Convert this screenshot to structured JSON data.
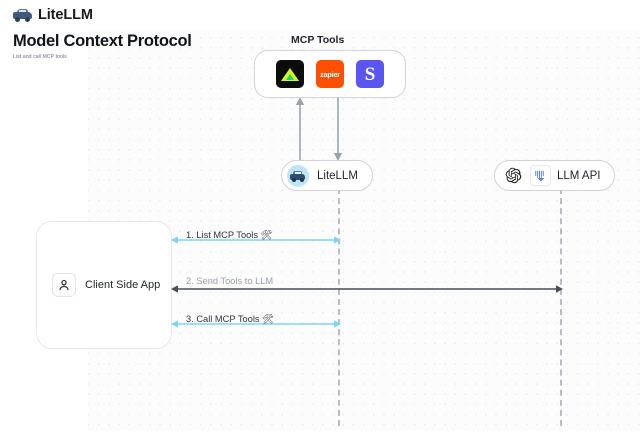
{
  "header": {
    "brand": "LiteLLM",
    "brand_logo_icon": "litellm-car-logo",
    "title": "Model Context Protocol",
    "subtitle": "List and call MCP tools"
  },
  "diagram": {
    "type": "sequence-diagram",
    "mcp_group": {
      "label": "MCP Tools",
      "tools": [
        {
          "name": "dark-triangle-tool",
          "label": "",
          "icon": "triangle-icon",
          "bg": "#0c0c0c",
          "fg": "#d4f82a"
        },
        {
          "name": "zapier-tool",
          "label": "zapier",
          "icon": "zapier-icon",
          "bg": "#ff4f00",
          "fg": "#ffffff"
        },
        {
          "name": "slack-tool",
          "label": "S",
          "icon": "slack-icon",
          "bg": "#5b55f0",
          "fg": "#ffffff"
        }
      ]
    },
    "nodes": [
      {
        "id": "client",
        "label": "Client Side App",
        "icon": "user-icon"
      },
      {
        "id": "litellm",
        "label": "LiteLLM",
        "icon": "litellm-avatar-icon"
      },
      {
        "id": "llmapi",
        "label": "LLM API",
        "icons": [
          "openai-icon",
          "anthropic-icon"
        ]
      }
    ],
    "messages": [
      {
        "step": "1.",
        "label": "1. List MCP Tools",
        "glyph": "🛠",
        "color": "#7fd4f5",
        "direction": "bidirectional"
      },
      {
        "step": "2.",
        "label": "2. Send Tools to LLM",
        "glyph": "",
        "color": "#4a4f57",
        "direction": "bidirectional"
      },
      {
        "step": "3.",
        "label": "3. Call MCP Tools",
        "glyph": "🛠",
        "color": "#7fd4f5",
        "direction": "bidirectional"
      }
    ],
    "colors": {
      "accent_blue": "#7fd4f5",
      "dark_arrow": "#4a4f57",
      "lifeline": "#b9bcc2",
      "canvas_bg": "#fcfcfd",
      "dot_grid": "#e6e8ec"
    }
  }
}
